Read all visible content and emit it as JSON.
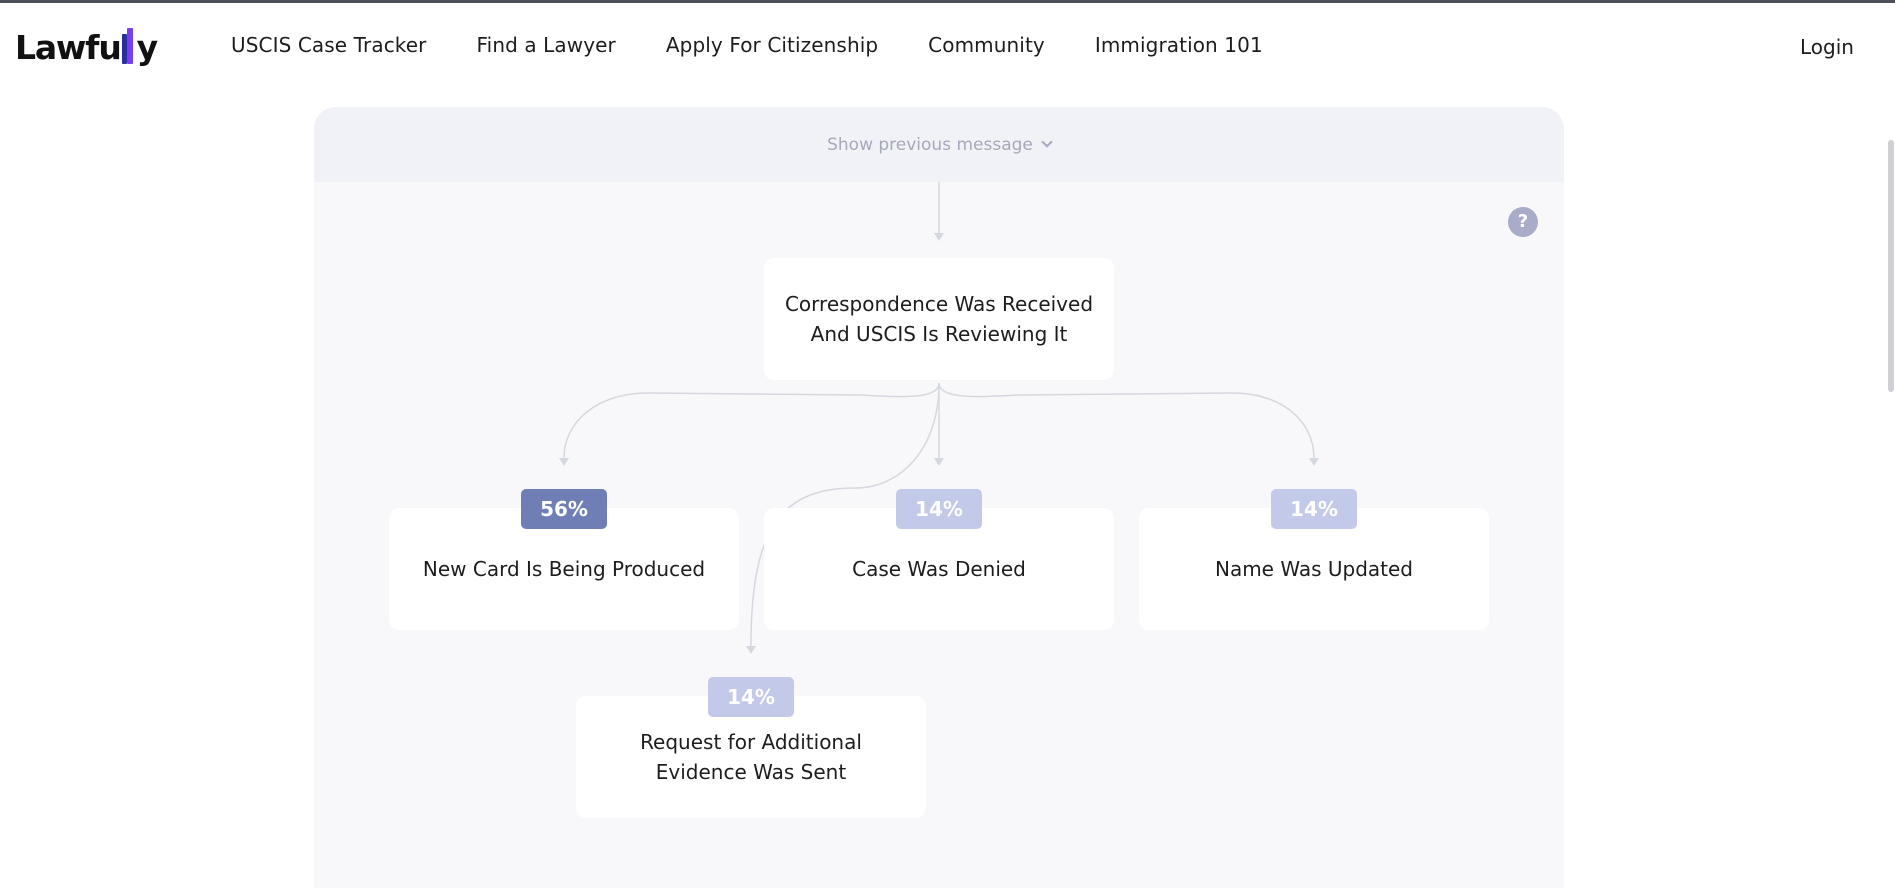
{
  "brand": {
    "logo_text_left": "Lawfu",
    "logo_text_right": "y"
  },
  "nav": {
    "links": [
      "USCIS Case Tracker",
      "Find a Lawyer",
      "Apply For Citizenship",
      "Community",
      "Immigration 101"
    ],
    "login_label": "Login"
  },
  "flow": {
    "show_previous_label": "Show previous message",
    "help_label": "?",
    "current_step": "Correspondence Was Received And USCIS Is Reviewing It",
    "next_steps": [
      {
        "label": "New Card Is Being Produced",
        "percent": "56%"
      },
      {
        "label": "Case Was Denied",
        "percent": "14%"
      },
      {
        "label": "Name Was Updated",
        "percent": "14%"
      },
      {
        "label": "Request for Additional Evidence Was Sent",
        "percent": "14%"
      }
    ]
  },
  "colors": {
    "badge_top": "#6f7fb5",
    "badge_other": "#c3c9e8",
    "panel_bg": "#f8f8fa",
    "panel_header_bg": "#f1f2f7",
    "connector": "#d6d8e0",
    "logo_accent_purple": "#7a3ef0",
    "logo_accent_navy": "#2b2f9a"
  }
}
